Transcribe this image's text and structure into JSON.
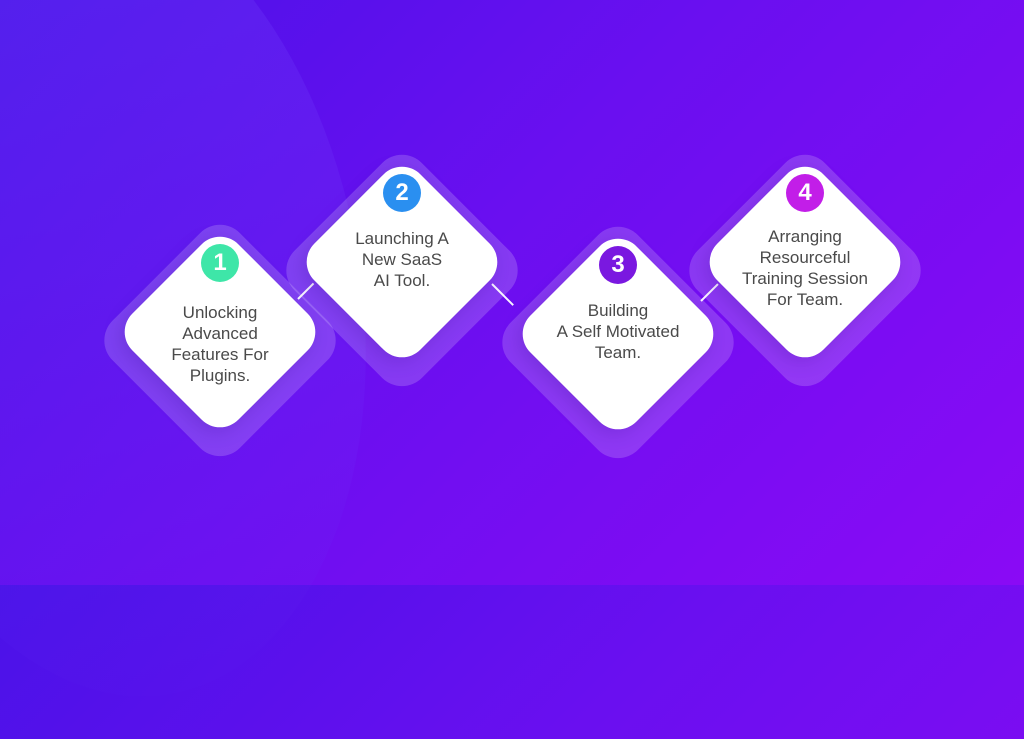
{
  "steps": [
    {
      "number": "1",
      "lines": [
        "Unlocking",
        "Advanced",
        "Features For",
        "Plugins."
      ],
      "badge_color": "#3ee6a8"
    },
    {
      "number": "2",
      "lines": [
        "Launching A",
        "New SaaS",
        "AI Tool."
      ],
      "badge_color": "#2a8ff0"
    },
    {
      "number": "3",
      "lines": [
        "Building",
        "A Self Motivated",
        "Team."
      ],
      "badge_color": "#7a18e0"
    },
    {
      "number": "4",
      "lines": [
        "Arranging",
        "Resourceful",
        "Training Session",
        "For Team."
      ],
      "badge_color": "#c21ee8"
    }
  ],
  "colors": {
    "background_start": "#4a12e8",
    "background_end": "#8a0af5",
    "card": "#ffffff",
    "text": "#4a4a4a"
  }
}
